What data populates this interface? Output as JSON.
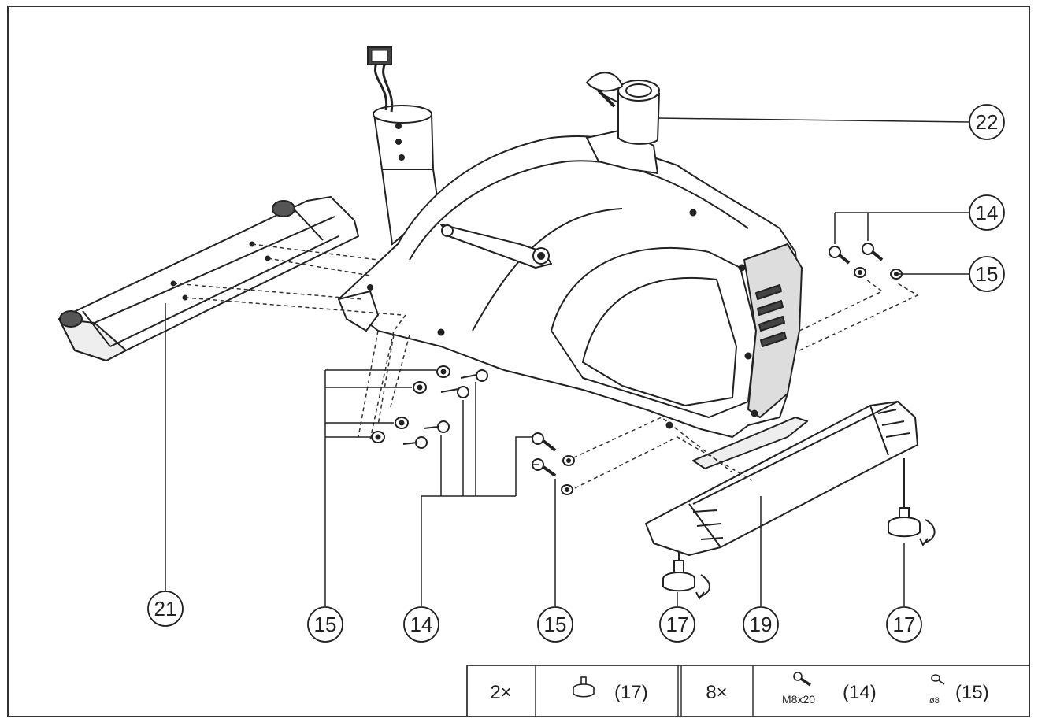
{
  "callouts": {
    "c22": "22",
    "c14_right": "14",
    "c15_right": "15",
    "c21": "21",
    "c15_left": "15",
    "c14_mid": "14",
    "c15_mid": "15",
    "c17_left": "17",
    "c19": "19",
    "c17_right": "17"
  },
  "parts_table": {
    "qty_levelers": "2×",
    "leveler_ref": "(17)",
    "qty_fasteners": "8×",
    "bolt_spec": "M8x20",
    "bolt_ref": "(14)",
    "washer_spec": "ø8",
    "washer_ref": "(15)"
  }
}
